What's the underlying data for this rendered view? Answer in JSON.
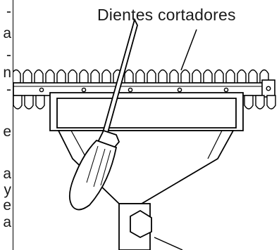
{
  "text_fragments": [
    "-",
    "a",
    "-",
    "n",
    "-",
    "e",
    "a",
    "y",
    "e",
    "a"
  ],
  "figure": {
    "callout_label": "Dientes cortadores"
  }
}
